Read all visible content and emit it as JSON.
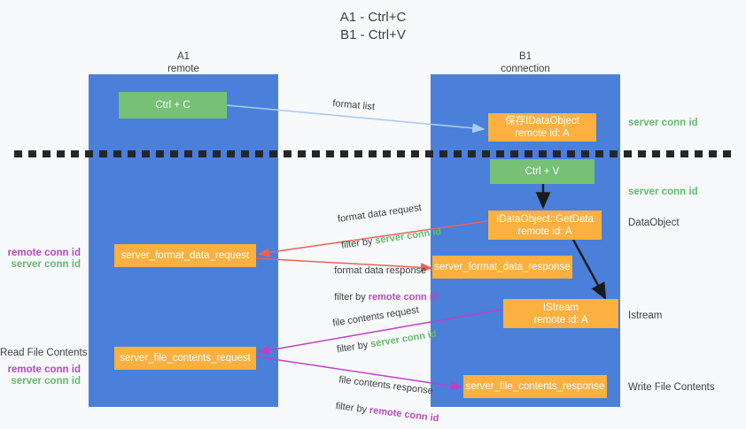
{
  "title": "A1 - Ctrl+C\nB1 - Ctrl+V",
  "colors": {
    "column_blue": "#4a80d9",
    "box_orange": "#fbb040",
    "box_green": "#76c176",
    "server_conn_green": "#62bb6e",
    "remote_conn_purple": "#b54ac0",
    "light_blue_arrow": "#a8cdf0",
    "red_arrow": "#e8615c",
    "magenta_arrow": "#c040c8",
    "black_arrow": "#1a1a1a",
    "background": "#f8f9fa"
  },
  "columns": [
    {
      "id": "a1",
      "header": "A1\nremote"
    },
    {
      "id": "b1",
      "header": "B1\nconnection"
    }
  ],
  "nodes": [
    {
      "id": "ctrl-c",
      "label": "Ctrl + C",
      "style": "green"
    },
    {
      "id": "save-idataobject",
      "label": "保存IDataObject\nremote id: A",
      "style": "orange"
    },
    {
      "id": "ctrl-v",
      "label": "Ctrl + V",
      "style": "green"
    },
    {
      "id": "idataobject-getdata",
      "label": "IDataObject::GetData\nremote id: A",
      "style": "orange"
    },
    {
      "id": "server-format-data-request",
      "label": "server_format_data_request",
      "style": "orange"
    },
    {
      "id": "server-format-data-response",
      "label": "server_format_data_response",
      "style": "orange"
    },
    {
      "id": "istream",
      "label": "IStream\nremote id: A",
      "style": "orange"
    },
    {
      "id": "server-file-contents-request",
      "label": "server_file_contents_request",
      "style": "orange"
    },
    {
      "id": "server-file-contents-response",
      "label": "server_file_contents_response",
      "style": "orange"
    }
  ],
  "edge_labels": {
    "format_list": "format list",
    "format_data_request": "format data request",
    "format_data_request_filter_prefix": "filter by ",
    "format_data_request_filter_value": "server conn id",
    "format_data_response": "format data response",
    "format_data_response_filter_prefix": "filter by ",
    "format_data_response_filter_value": "remote conn id",
    "file_contents_request": "file contents request",
    "file_contents_request_filter_prefix": "filter by ",
    "file_contents_request_filter_value": "server conn id",
    "file_contents_response": "file contents response",
    "file_contents_response_filter_prefix": "filter by ",
    "file_contents_response_filter_value": "remote conn id"
  },
  "right_annotations": [
    {
      "id": "server-conn-id-top",
      "text": "server conn id",
      "style": "green"
    },
    {
      "id": "server-conn-id-second",
      "text": "server conn id",
      "style": "green"
    },
    {
      "id": "dataobject",
      "text": "DataObject",
      "style": "plain"
    },
    {
      "id": "istream-label",
      "text": "Istream",
      "style": "plain"
    },
    {
      "id": "write-file-contents",
      "text": "Write File Contents",
      "style": "plain"
    }
  ],
  "left_annotations": [
    {
      "id": "format-remote-conn-id",
      "text": "remote conn id",
      "style": "purple"
    },
    {
      "id": "format-server-conn-id",
      "text": "server conn id",
      "style": "green"
    },
    {
      "id": "read-file-contents",
      "text": "Read File Contents",
      "style": "plain"
    },
    {
      "id": "file-remote-conn-id",
      "text": "remote conn id",
      "style": "purple"
    },
    {
      "id": "file-server-conn-id",
      "text": "server conn id",
      "style": "green"
    }
  ]
}
